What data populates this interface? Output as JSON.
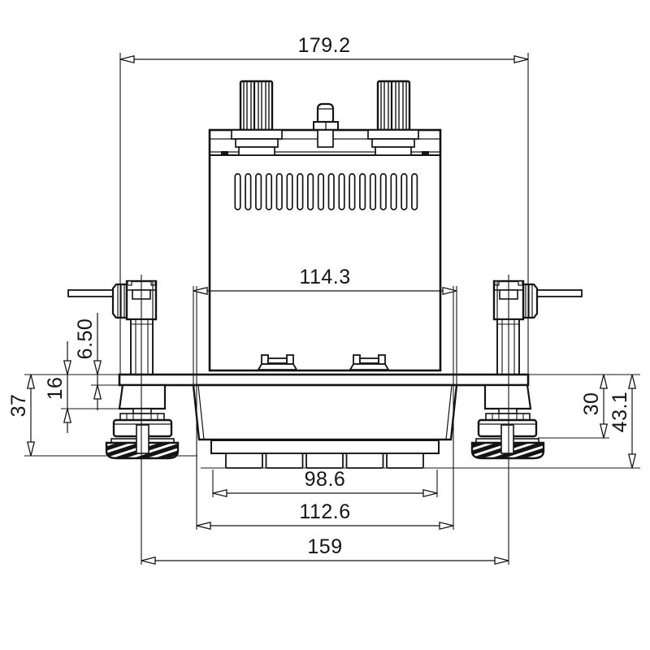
{
  "drawing": {
    "type": "technical-dimension-drawing",
    "view": "front elevation of module with mounting plate, clamp knobs and feet",
    "background_color": "#ffffff",
    "line_color": "#141414",
    "dims": {
      "overall_width": "179.2",
      "upper_body_width": "114.3",
      "lower_body_width": "112.6",
      "connector_strip_width": "98.6",
      "foot_center_span": "159",
      "plate_thickness": "6.50",
      "plate_to_bracket_block": "16",
      "plate_to_foot_bottom": "37",
      "plate_to_lower_strip": "30",
      "overall_lower_height": "43.1"
    },
    "features": {
      "vent_slot_count": 18,
      "bottom_connector_count": 5,
      "knob_count": 2
    }
  }
}
